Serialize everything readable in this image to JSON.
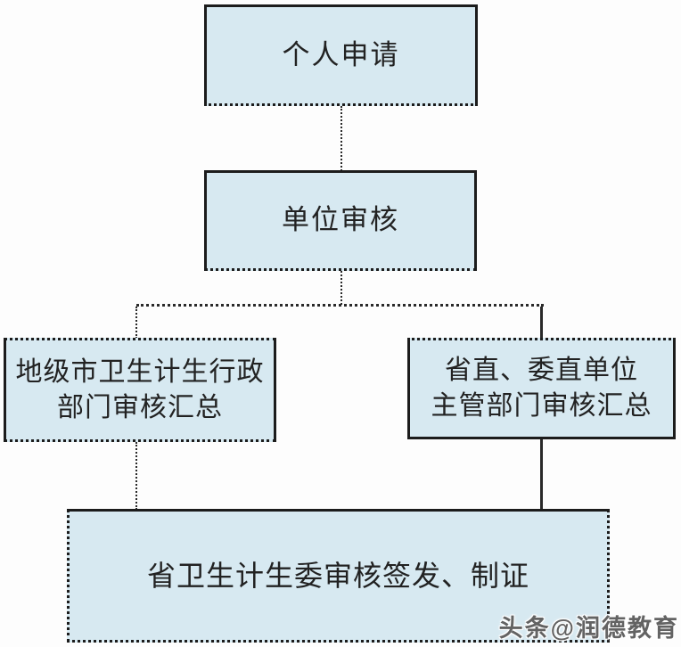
{
  "palette": {
    "page_bg": "#fdfdfd",
    "box_fill": "#d7e9f1",
    "box_border": "#1c1c1c",
    "line_color": "#2a2a2a",
    "text_color": "#222222",
    "watermark_color": "#636363"
  },
  "flowchart": {
    "nodes": [
      {
        "id": "personal-application",
        "lines": [
          "个人申请"
        ]
      },
      {
        "id": "unit-review",
        "lines": [
          "单位审核"
        ]
      },
      {
        "id": "city-health-admin-review",
        "lines": [
          "地级市卫生计生行政",
          "部门审核汇总"
        ]
      },
      {
        "id": "provincial-direct-unit-review",
        "lines": [
          "省直、委直单位",
          "主管部门审核汇总"
        ]
      },
      {
        "id": "provincial-commission-issue",
        "lines": [
          "省卫生计生委审核签发、制证"
        ]
      }
    ]
  },
  "watermark": {
    "text": "头条@润德教育"
  }
}
